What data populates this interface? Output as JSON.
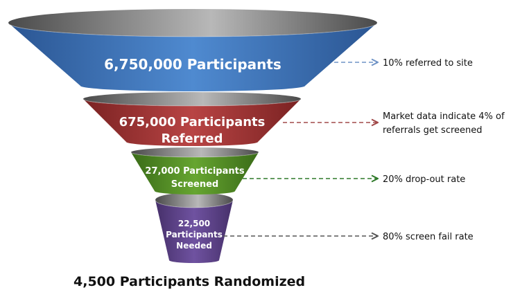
{
  "diagram": {
    "type": "funnel",
    "tiers": [
      {
        "id": "total",
        "label_lines": [
          "6,750,000 Participants"
        ],
        "value": 6750000,
        "color": "#3b6db3",
        "color_light": "#4f8ad0",
        "color_dark": "#2a5592",
        "annotation": {
          "lines": [
            "10% referred to site"
          ],
          "arrow_color": "#6f93c6"
        }
      },
      {
        "id": "referred",
        "label_lines": [
          "675,000 Participants",
          "Referred"
        ],
        "value": 675000,
        "color": "#9b2f2f",
        "color_light": "#b84444",
        "color_dark": "#7a2222",
        "annotation": {
          "lines": [
            "Market data indicate 4% of",
            "referrals get screened"
          ],
          "arrow_color": "#a04848"
        }
      },
      {
        "id": "screened",
        "label_lines": [
          "27,000 Participants",
          "Screened"
        ],
        "value": 27000,
        "color": "#4f8a23",
        "color_light": "#66a530",
        "color_dark": "#3a6b18",
        "annotation": {
          "lines": [
            "20% drop-out rate"
          ],
          "arrow_color": "#2f7a2a"
        }
      },
      {
        "id": "needed",
        "label_lines": [
          "22,500",
          "Participants",
          "Needed"
        ],
        "value": 22500,
        "color": "#5b3f86",
        "color_light": "#6f52a0",
        "color_dark": "#46306a",
        "annotation": {
          "lines": [
            "80% screen fail rate"
          ],
          "arrow_color": "#555555"
        }
      }
    ],
    "footer": {
      "text": "4,500 Participants Randomized",
      "value": 4500
    },
    "rim_color_light": "#b8b8b8",
    "rim_color_dark": "#4a4a4a"
  }
}
